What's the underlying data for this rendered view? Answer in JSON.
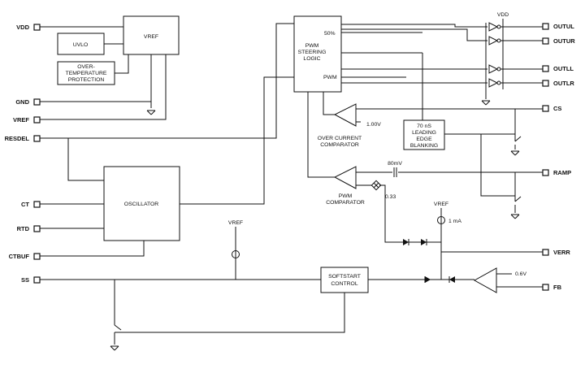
{
  "pins": {
    "vdd": "VDD",
    "gnd": "GND",
    "vref": "VREF",
    "resdel": "RESDEL",
    "ct": "CT",
    "rtd": "RTD",
    "ctbuf": "CTBUF",
    "ss": "SS",
    "outul": "OUTUL",
    "outur": "OUTUR",
    "outll": "OUTLL",
    "outlr": "OUTLR",
    "cs": "CS",
    "ramp": "RAMP",
    "verr": "VERR",
    "fb": "FB"
  },
  "blocks": {
    "uvlo": "UVLO",
    "vref": "VREF",
    "overtemp": [
      "OVER-",
      "TEMPERATURE",
      "PROTECTION"
    ],
    "pwm_steering": [
      "PWM",
      "STEERING",
      "LOGIC"
    ],
    "oscillator": "OSCILLATOR",
    "leading_edge": [
      "70 nS",
      "LEADING",
      "EDGE",
      "BLANKING"
    ],
    "softstart": [
      "SOFTSTART",
      "CONTROL"
    ]
  },
  "labels": {
    "pct50": "50%",
    "pwm_out": "PWM",
    "driver_vdd": "VDD",
    "overcurrent": [
      "OVER CURRENT",
      "COMPARATOR"
    ],
    "ref_1v": "1.00V",
    "pwm_comp": [
      "PWM",
      "COMPARATOR"
    ],
    "mv80": "80mV",
    "gain033": "0.33",
    "vref_verr": "VREF",
    "current_1ma": "1 mA",
    "vref_ss": "VREF",
    "ref_06v": "0.6V"
  }
}
